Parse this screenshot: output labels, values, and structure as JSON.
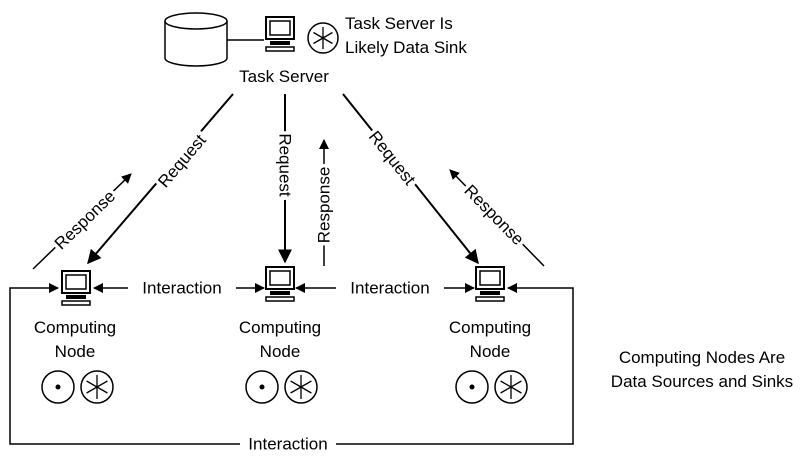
{
  "server": {
    "label": "Task Server",
    "note_line1": "Task Server Is",
    "note_line2": "Likely Data Sink",
    "storage_icon": "database-cylinder-icon",
    "computer_icon": "computer-icon",
    "sink_icon": "asterisk-sink-icon"
  },
  "links": {
    "request": "Request",
    "response": "Response",
    "interaction": "Interaction"
  },
  "nodes": [
    {
      "line1": "Computing",
      "line2": "Node"
    },
    {
      "line1": "Computing",
      "line2": "Node"
    },
    {
      "line1": "Computing",
      "line2": "Node"
    }
  ],
  "node_icons": {
    "computer": "computer-icon",
    "source": "dot-source-icon",
    "sink": "asterisk-sink-icon"
  },
  "nodes_note": {
    "line1": "Computing Nodes Are",
    "line2": "Data Sources and Sinks"
  }
}
